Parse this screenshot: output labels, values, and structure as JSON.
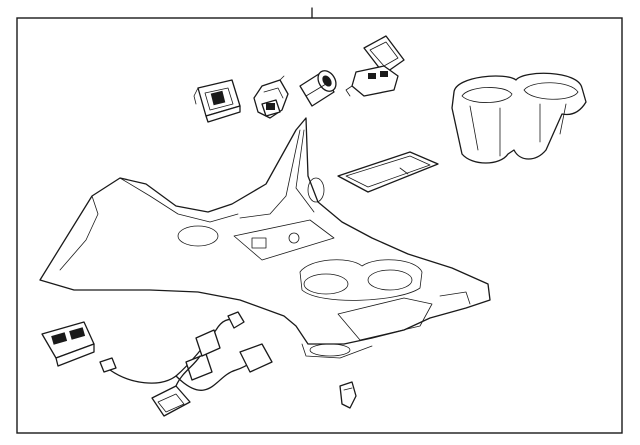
{
  "diagram": {
    "kind": "exploded-parts-view",
    "colors": {
      "line": "#1a1a1a",
      "panel": "#ffffff",
      "background": "#ffffff"
    },
    "parts": [
      {
        "id": "switch-module-small",
        "icon": "switch-icon"
      },
      {
        "id": "lamp-bracket",
        "icon": "bracket-icon"
      },
      {
        "id": "power-socket",
        "icon": "socket-icon"
      },
      {
        "id": "usb-port-lid",
        "icon": "usb-icon"
      },
      {
        "id": "cup-holder-insert",
        "icon": "cup-holder-icon"
      },
      {
        "id": "storage-tray-mat",
        "icon": "tray-icon"
      },
      {
        "id": "console-housing",
        "icon": "console-icon"
      },
      {
        "id": "seat-heater-switch",
        "icon": "switch-icon"
      },
      {
        "id": "wiring-harness",
        "icon": "harness-icon"
      },
      {
        "id": "retainer-clip",
        "icon": "clip-icon"
      }
    ]
  }
}
